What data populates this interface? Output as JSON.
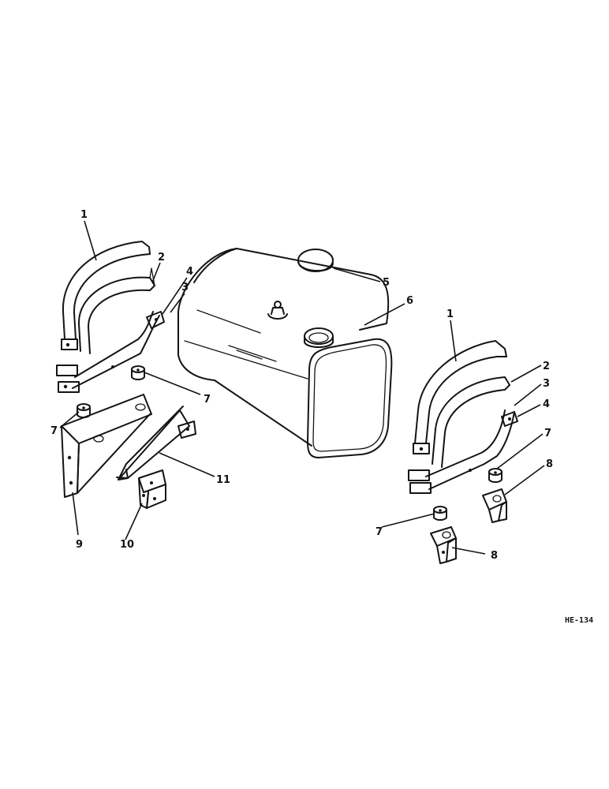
{
  "figure_id": "HE-134",
  "callouts": {
    "c1_left": "1",
    "c2_left": "2",
    "c3_left": "3",
    "c4_left": "4",
    "c5": "5",
    "c6": "6",
    "c7_left_a": "7",
    "c7_left_b": "7",
    "c9": "9",
    "c10": "10",
    "c11": "11",
    "c1_right": "1",
    "c2_right": "2",
    "c3_right": "3",
    "c4_right": "4",
    "c7_right_a": "7",
    "c7_right_b": "7",
    "c8_a": "8",
    "c8_b": "8"
  }
}
